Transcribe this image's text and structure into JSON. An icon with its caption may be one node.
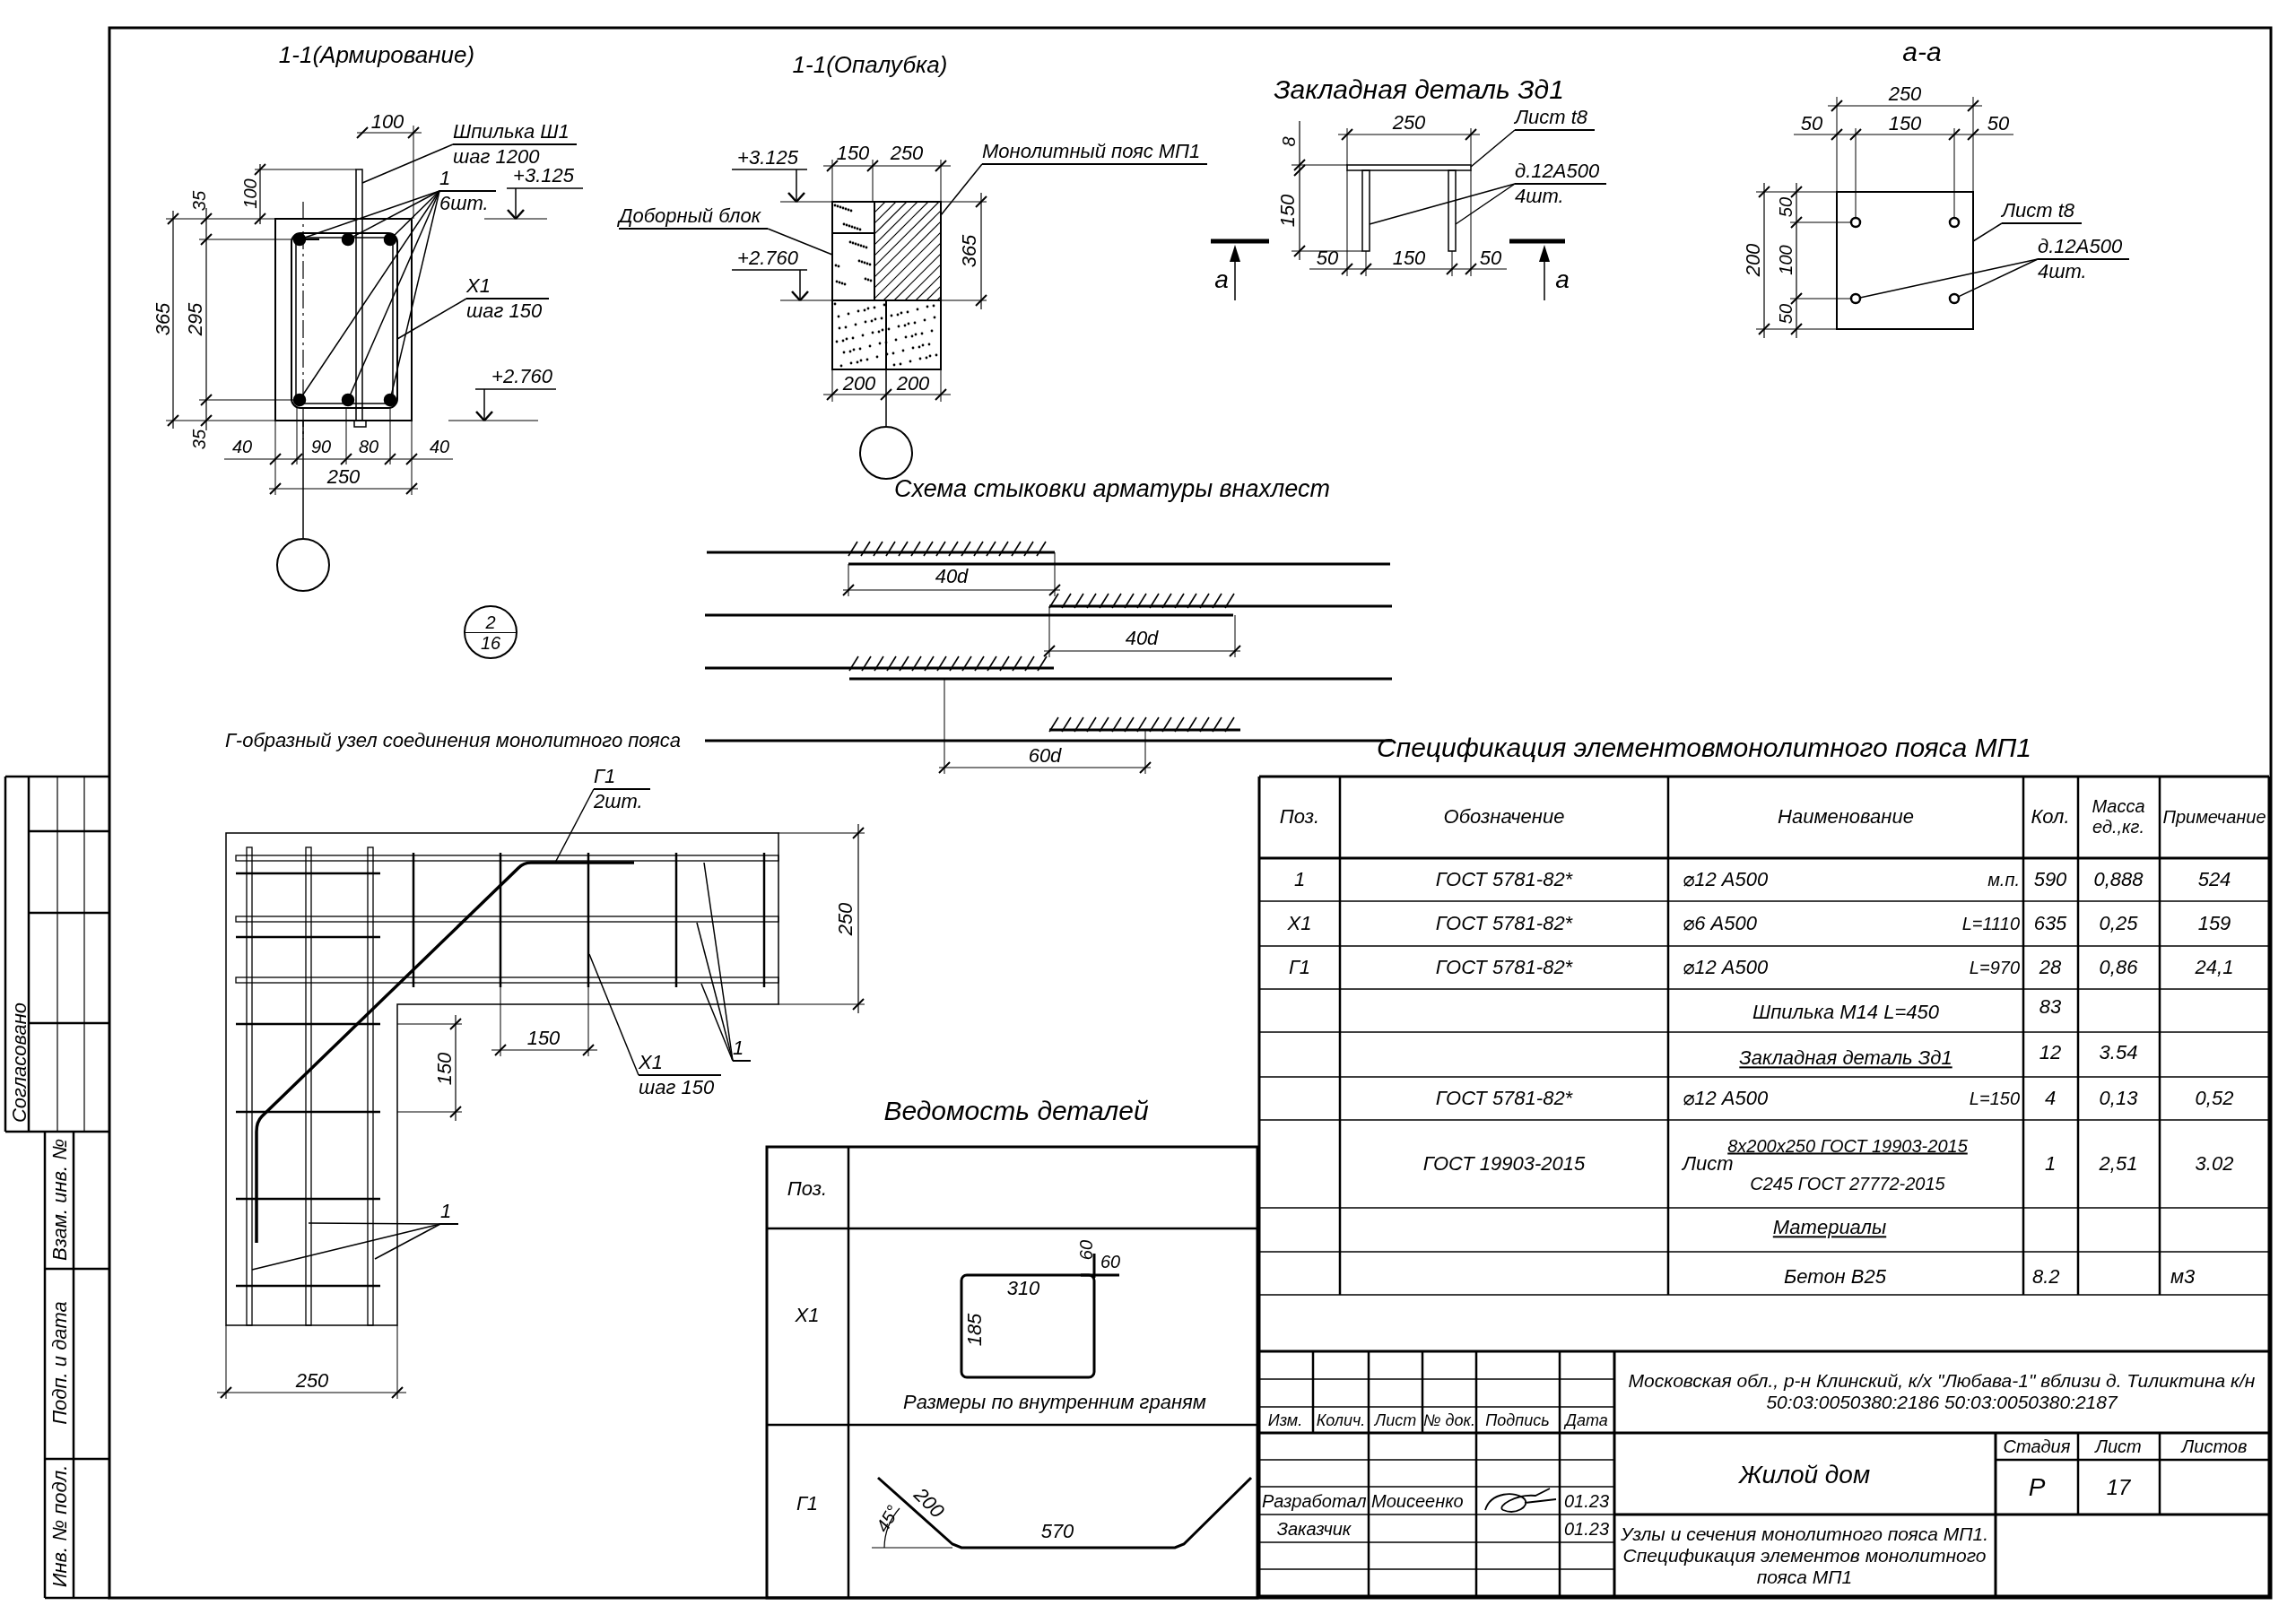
{
  "diagram": {
    "nodes": [
      {
        "text": [
          "Шпилька Ш1",
          "шаг 1200"
        ]
      },
      {
        "text": [
          "1",
          "6шт."
        ]
      },
      {
        "text": [
          "Х1",
          "шаг 150"
        ]
      },
      {
        "text": [],
        "shape": "circle"
      },
      {
        "text": [
          "Доборный блок"
        ]
      },
      {
        "text": [
          "Монолитный пояс МП1"
        ]
      },
      {
        "text": [],
        "shape": "circle"
      },
      {
        "text": [
          "Лист t8"
        ]
      },
      {
        "text": [
          "д.12А500",
          "4шт."
        ]
      },
      {
        "text": [
          "Лист t8"
        ]
      },
      {
        "text": [
          "д.12А500",
          "4шт."
        ]
      },
      {
        "text": [
          "2",
          "16"
        ]
      },
      {
        "text": [
          "Г1",
          "2шт."
        ]
      },
      {
        "text": [
          "Х1",
          "шаг 150"
        ]
      },
      {
        "text": [
          "1"
        ]
      },
      {
        "text": [
          "1"
        ]
      },
      {
        "text": [],
        "shape": "bar"
      },
      {
        "text": [],
        "shape": "box",
        "in": 34
      },
      {
        "text": [],
        "shape": "circle",
        "in": 17
      },
      {
        "text": [],
        "shape": "circle",
        "in": 17
      },
      {
        "text": [],
        "shape": "circle",
        "in": 17
      },
      {
        "text": [],
        "shape": "circle",
        "in": 17
      },
      {
        "text": [],
        "shape": "circle",
        "in": 17
      },
      {
        "text": [],
        "shape": "circle",
        "in": 17
      },
      {
        "text": [],
        "shape": "box"
      },
      {
        "text": [],
        "shape": "box"
      },
      {
        "text": [],
        "shape": "bar"
      },
      {
        "text": [],
        "shape": "bar"
      },
      {
        "text": [],
        "shape": "bar"
      },
      {
        "text": [],
        "shape": "box"
      },
      {
        "text": [],
        "shape": "circle",
        "in": 29
      },
      {
        "text": [],
        "shape": "circle",
        "in": 29
      },
      {
        "text": [],
        "shape": "circle",
        "in": 29
      },
      {
        "text": [],
        "shape": "circle",
        "in": 29
      },
      {
        "text": [],
        "shape": "box"
      },
      {
        "text": [],
        "shape": "box"
      }
    ],
    "edges": [
      {
        "from": 0,
        "to": 16,
        "arrow": "none"
      },
      {
        "from": 1,
        "to": 18,
        "arrow": "none"
      },
      {
        "from": 1,
        "to": 19,
        "arrow": "none"
      },
      {
        "from": 1,
        "to": 20,
        "arrow": "none"
      },
      {
        "from": 1,
        "to": 21,
        "arrow": "none"
      },
      {
        "from": 1,
        "to": 22,
        "arrow": "none"
      },
      {
        "from": 1,
        "to": 23,
        "arrow": "none"
      },
      {
        "from": 2,
        "to": 17,
        "arrow": "none"
      },
      {
        "from": 3,
        "to": 34,
        "arrow": "none"
      },
      {
        "from": 4,
        "to": 24,
        "arrow": "none"
      },
      {
        "from": 5,
        "to": 25,
        "arrow": "none"
      },
      {
        "from": 6,
        "to": 35,
        "arrow": "none"
      },
      {
        "from": 7,
        "to": 26,
        "arrow": "none"
      },
      {
        "from": 8,
        "to": 27,
        "arrow": "none"
      },
      {
        "from": 8,
        "to": 28,
        "arrow": "none"
      },
      {
        "from": 9,
        "to": 29,
        "arrow": "none"
      },
      {
        "from": 10,
        "to": 32,
        "arrow": "none"
      },
      {
        "from": 10,
        "to": 33,
        "arrow": "none"
      },
      {
        "from": 12,
        "to": null,
        "arrow": "none"
      },
      {
        "from": 13,
        "to": null,
        "arrow": "none"
      },
      {
        "from": 14,
        "to": null,
        "arrow": "none"
      },
      {
        "from": 14,
        "to": null,
        "arrow": "none"
      },
      {
        "from": 14,
        "to": null,
        "arrow": "none"
      },
      {
        "from": 15,
        "to": null,
        "arrow": "none"
      },
      {
        "from": 15,
        "to": null,
        "arrow": "none"
      },
      {
        "from": 15,
        "to": null,
        "arrow": "none"
      }
    ],
    "labels": [
      "1-1(Армирование)",
      "1-1(Опалубка)",
      "Закладная деталь Зд1",
      "а-а",
      "100",
      "+3.125",
      "35",
      "100",
      "365",
      "295",
      "35",
      "+2.760",
      "40",
      "90",
      "80",
      "40",
      "250",
      "+3.125",
      "150",
      "250",
      "365",
      "+2.760",
      "200",
      "200",
      "8",
      "250",
      "150",
      "а",
      "а",
      "50",
      "150",
      "50",
      "250",
      "50",
      "150",
      "50",
      "200",
      "50",
      "100",
      "50",
      "Схема стыковки арматуры внахлест",
      "40d",
      "40d",
      "60d",
      "Г-образный узел соединения монолитного пояса",
      "250",
      "150",
      "150",
      "250",
      "Согласовано",
      "Взам. инв. №",
      "Подп. и дата",
      "Инв. № подл.",
      "Спецификация элементовмонолитного пояса МП1",
      "Поз.",
      "Обозначение",
      "Наименование",
      "Кол.",
      "Масса ед.,кг.",
      "Примечание",
      "1",
      "ГОСТ 5781-82*",
      "⌀12 А500",
      "м.п.",
      "590",
      "0,888",
      "524",
      "Х1",
      "ГОСТ 5781-82*",
      "⌀6 А500",
      "L=1110",
      "635",
      "0,25",
      "159",
      "Г1",
      "ГОСТ 5781-82*",
      "⌀12 А500",
      "L=970",
      "28",
      "0,86",
      "24,1",
      "Шпилька М14 L=450",
      "83",
      "Закладная деталь Зд1",
      "12",
      "3.54",
      "ГОСТ 5781-82*",
      "⌀12 А500",
      "L=150",
      "4",
      "0,13",
      "0,52",
      "ГОСТ 19903-2015",
      "Лист",
      "8х200х250 ГОСТ 19903-2015",
      "С245 ГОСТ 27772-2015",
      "1",
      "2,51",
      "3.02",
      "Материалы",
      "Бетон В25",
      "8.2",
      "м3",
      "Ведомость деталей",
      "Поз.",
      "Х1",
      "60",
      "60",
      "310",
      "185",
      "Размеры по внутренним граням",
      "Г1",
      "200",
      "45°",
      "570",
      "Московская обл., р-н Клинский, к/х \"Любава-1\" вблизи д. Тиликтина к/н 50:03:0050380:2186 50:03:0050380:2187",
      "Изм.",
      "Колич.",
      "Лист",
      "№ док.",
      "Подпись",
      "Дата",
      "Стадия",
      "Лист",
      "Листов",
      "Жилой дом",
      "Р",
      "17",
      "Разработал",
      "Моисеенко",
      "01.23",
      "Заказчик",
      "01.23",
      "Узлы и сечения монолитного пояса МП1. Спецификация элементов монолитного пояса МП1"
    ]
  }
}
